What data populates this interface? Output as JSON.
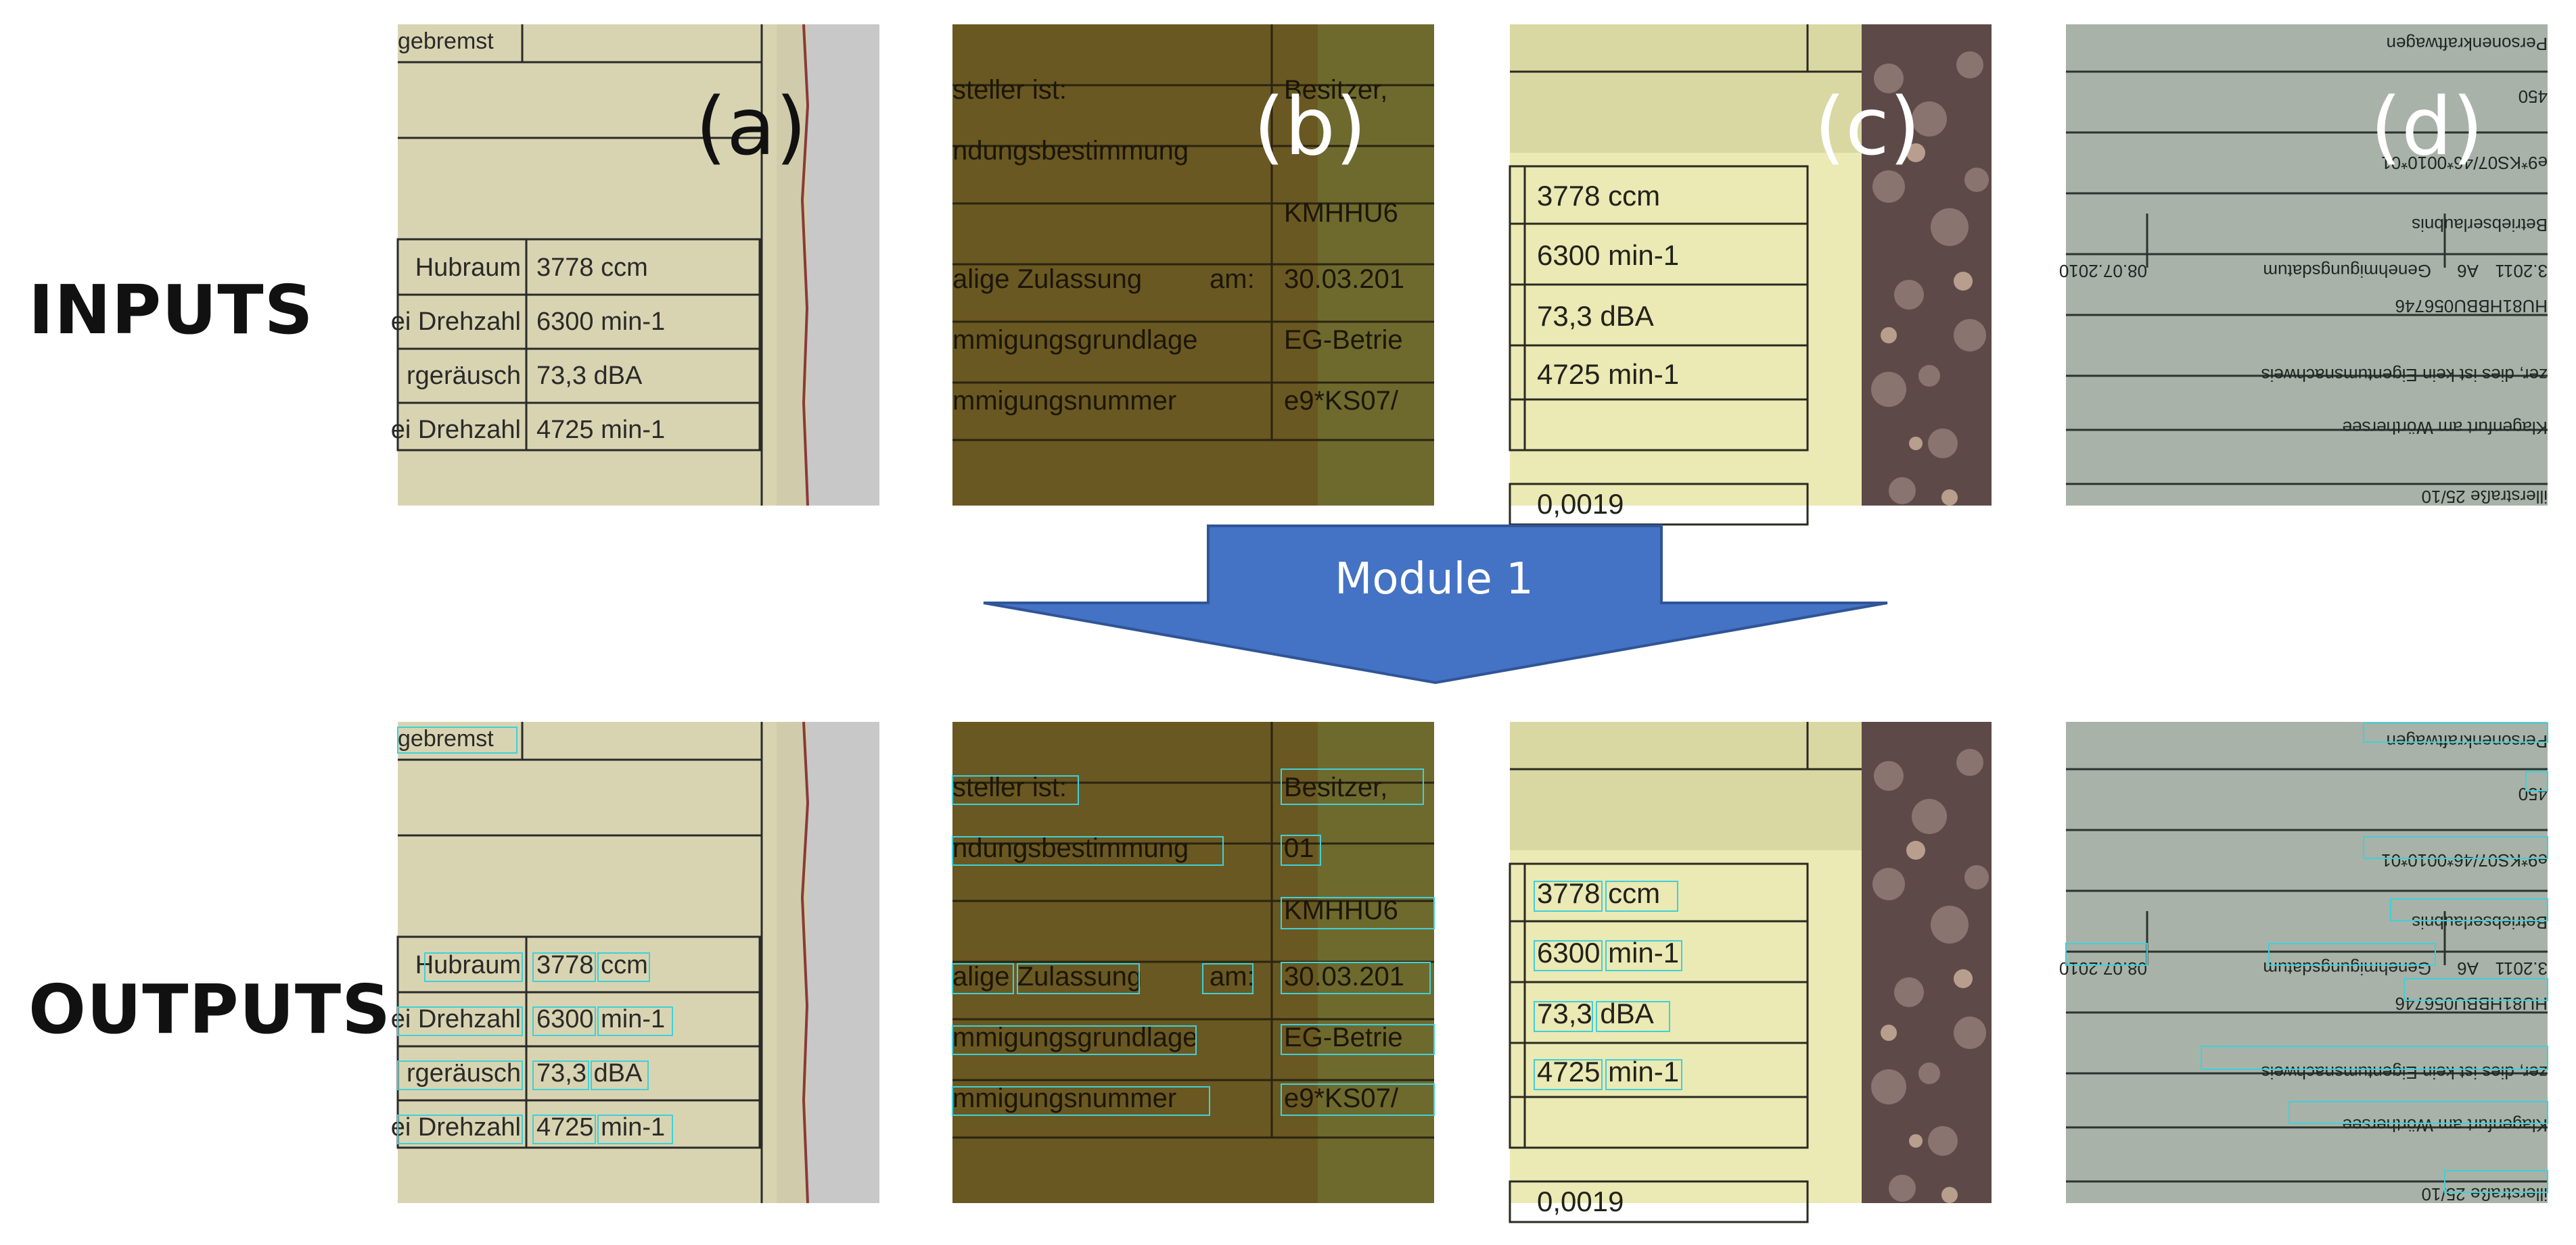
{
  "labels": {
    "inputs": "INPUTS",
    "outputs": "OUTPUTS"
  },
  "module": {
    "label": "Module 1",
    "color": "#4472c4"
  },
  "panel_letters": [
    "(a)",
    "(b)",
    "(c)",
    "(d)"
  ],
  "panels": {
    "a": {
      "top_text": "gebremst",
      "rows": [
        {
          "label": "Hubraum",
          "value": "3778 ccm"
        },
        {
          "label": "ei Drehzahl",
          "value": "6300 min-1"
        },
        {
          "label": "rgeräusch",
          "value": "73,3 dBA"
        },
        {
          "label": "ei Drehzahl",
          "value": "4725 min-1"
        }
      ]
    },
    "b": {
      "rows_in": [
        {
          "label": "steller ist:",
          "value": "Besitzer,"
        },
        {
          "label": "ndungsbestimmung",
          "value": ""
        },
        {
          "label": "",
          "value": "KMHHU6"
        },
        {
          "label": "alige Zulassung",
          "mid": "am:",
          "value": "30.03.201"
        },
        {
          "label": "mmigungsgrundlage",
          "value": "EG-Betrie"
        },
        {
          "label": "mmigungsnummer",
          "value": "e9*KS07/"
        }
      ],
      "rows_out": [
        {
          "label": "steller ist:",
          "value": "Besitzer,"
        },
        {
          "label": "ndungsbestimmung",
          "value": "01"
        },
        {
          "label": "",
          "value": "KMHHU6"
        },
        {
          "label": "alige Zulassung",
          "mid": "am:",
          "value": "30.03.201"
        },
        {
          "label": "mmigungsgrundlage",
          "value": "EG-Betrie"
        },
        {
          "label": "mmigungsnummer",
          "value": "e9*KS07/"
        }
      ]
    },
    "c": {
      "rows": [
        "3778 ccm",
        "6300 min-1",
        "73,3 dBA",
        "4725 min-1"
      ],
      "bottom_text": "0,0019"
    },
    "d": {
      "lines": [
        "Personenkraftwagen",
        "450",
        "e9*KS07/46*0010*01",
        "Betriebserlaubnis",
        "3.2011",
        "A6",
        "Genehmigungsdatum",
        "08.07.2010",
        "HU81HBBU056746",
        "zer, dies ist kein Eigentumsnachweis",
        "Klagenfurt am Wörthersee",
        "illerstraße 25/10"
      ]
    }
  },
  "colors": {
    "paper_a": "#d9d5b4",
    "paper_b": "#6b5a22",
    "paper_c": "#ecebb6",
    "paper_d": "#a9b3a8",
    "box": "#40d0d8"
  }
}
